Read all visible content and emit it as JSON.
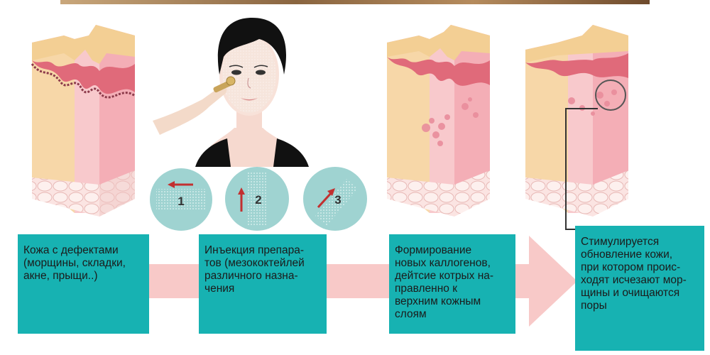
{
  "colors": {
    "box": "#17b2b2",
    "arrow": "#f8c9c8",
    "circle": "#9fd3d1",
    "skin_top": "#f3cf94",
    "skin_derm": "#f4aeb6",
    "skin_fat": "#f8dede",
    "skin_band": "#f7d7a8",
    "red_arrow": "#c23030"
  },
  "steps": [
    {
      "text": "Кожа с дефектами\n(морщины, складки,\nакне, прыщи..)"
    },
    {
      "text": "Инъекция препара-\nтов (мезококтейлей\nразличного назна-\nчения"
    },
    {
      "text": "Формирование\nновых каллогенов,\nдейтсие котрых на-\nправленно к\nверхним кожным\nслоям"
    },
    {
      "text": "Стимулируется\nобновление кожи,\nпри котором проис-\nходят исчезают мор-\nщины и очищаются\nпоры"
    }
  ],
  "techniques": [
    {
      "label": "1",
      "icon": "arrow-left-icon"
    },
    {
      "label": "2",
      "icon": "arrow-up-icon"
    },
    {
      "label": "3",
      "icon": "arrow-up-right-icon"
    }
  ],
  "illustrations": [
    "skin-defects",
    "face-injection",
    "collagen-formation",
    "renewed-skin"
  ]
}
